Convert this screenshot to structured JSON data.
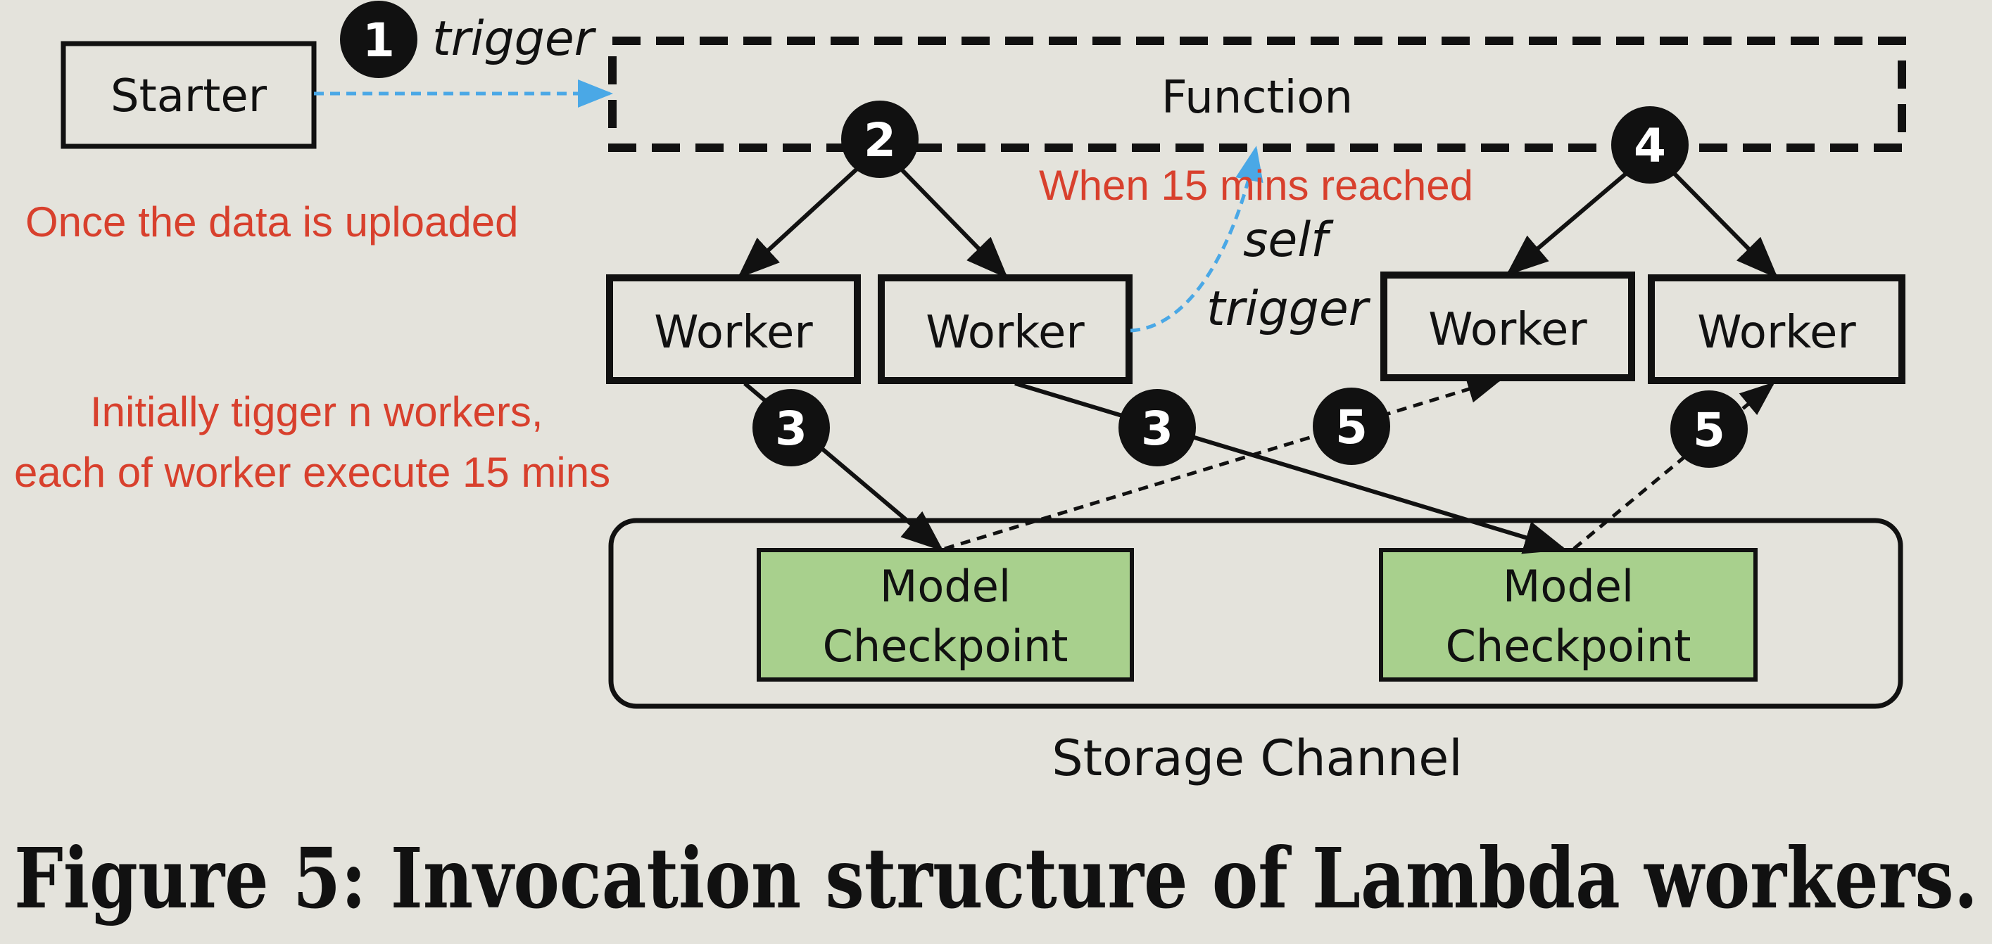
{
  "nodes": {
    "starter": "Starter",
    "function": "Function",
    "workers": [
      "Worker",
      "Worker",
      "Worker",
      "Worker"
    ],
    "checkpoints": [
      {
        "line1": "Model",
        "line2": "Checkpoint"
      },
      {
        "line1": "Model",
        "line2": "Checkpoint"
      }
    ],
    "storage": "Storage Channel"
  },
  "edges": {
    "trigger": "trigger",
    "self_trigger_line1": "self",
    "self_trigger_line2": "trigger"
  },
  "steps": [
    "1",
    "2",
    "3",
    "3",
    "4",
    "5",
    "5"
  ],
  "annotations": {
    "upload": "Once the data is uploaded",
    "timeout": "When 15 mins reached",
    "initial_line1": "Initially tigger n workers,",
    "initial_line2": "each of worker execute 15 mins"
  },
  "caption": "Figure 5: Invocation structure of Lambda workers.",
  "colors": {
    "background": "#e4e3dc",
    "checkpoint_fill": "#a8d08d",
    "annotation": "#d8402d",
    "trigger_arrow": "#4aa8e6",
    "ink": "#111111"
  }
}
